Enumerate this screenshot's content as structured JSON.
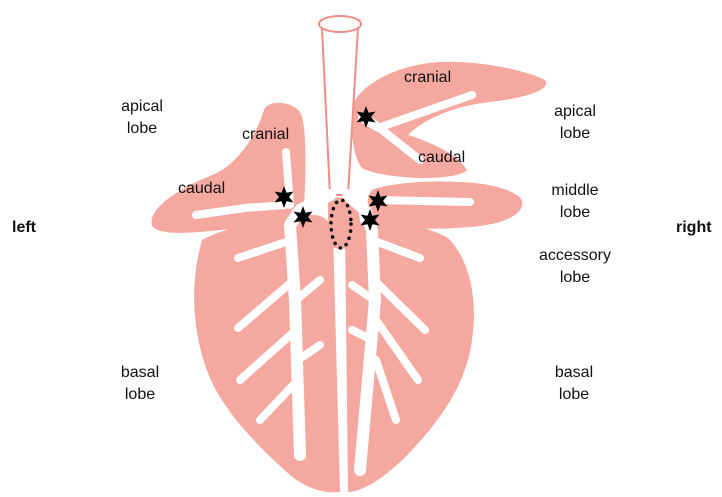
{
  "colors": {
    "lung_fill": "#f4a89f",
    "airway": "#ffffff",
    "airway_outline": "#ee8e86",
    "marker": "#000000"
  },
  "icons": {
    "marker": "star-icon",
    "accessory_outline": "dotted-ellipse-icon"
  },
  "sides": {
    "left": "left",
    "right": "right"
  },
  "labels": {
    "left_apical": [
      "apical",
      "lobe"
    ],
    "left_cranial": "cranial",
    "left_caudal": "caudal",
    "left_basal": [
      "basal",
      "lobe"
    ],
    "right_cranial": "cranial",
    "right_caudal": "caudal",
    "right_apical": [
      "apical",
      "lobe"
    ],
    "right_middle": [
      "middle",
      "lobe"
    ],
    "right_accessory": [
      "accessory",
      "lobe"
    ],
    "right_basal": [
      "basal",
      "lobe"
    ]
  }
}
